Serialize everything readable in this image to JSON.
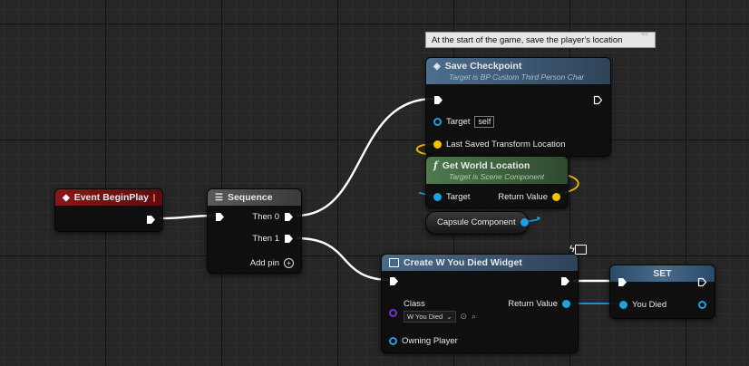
{
  "comment": {
    "text": "At the start of the game, save the player's location",
    "collapse_icon": "<<"
  },
  "nodes": {
    "event_begin_play": {
      "title": "Event BeginPlay",
      "color": "#7a1212"
    },
    "sequence": {
      "title": "Sequence",
      "then0": "Then 0",
      "then1": "Then 1",
      "add_pin": "Add pin"
    },
    "save_checkpoint": {
      "title": "Save Checkpoint",
      "subtitle": "Target is BP Custom Third Person Char",
      "target_label": "Target",
      "target_value": "self",
      "param_label": "Last Saved Transform Location",
      "color": "#3f5f7f"
    },
    "get_world_location": {
      "title": "Get World Location",
      "subtitle": "Target is Scene Component",
      "target_label": "Target",
      "return_label": "Return Value",
      "color": "#3f5f3f"
    },
    "capsule_component": {
      "label": "Capsule Component"
    },
    "create_widget": {
      "title": "Create W You Died Widget",
      "class_label": "Class",
      "class_value": "W You Died",
      "return_label": "Return Value",
      "owning_player_label": "Owning Player"
    },
    "set_node": {
      "title": "SET",
      "var_label": "You Died"
    }
  },
  "colors": {
    "exec": "#ffffff",
    "object": "#1ea0e6",
    "vector": "#f4c200",
    "class": "#7a2fd0"
  }
}
